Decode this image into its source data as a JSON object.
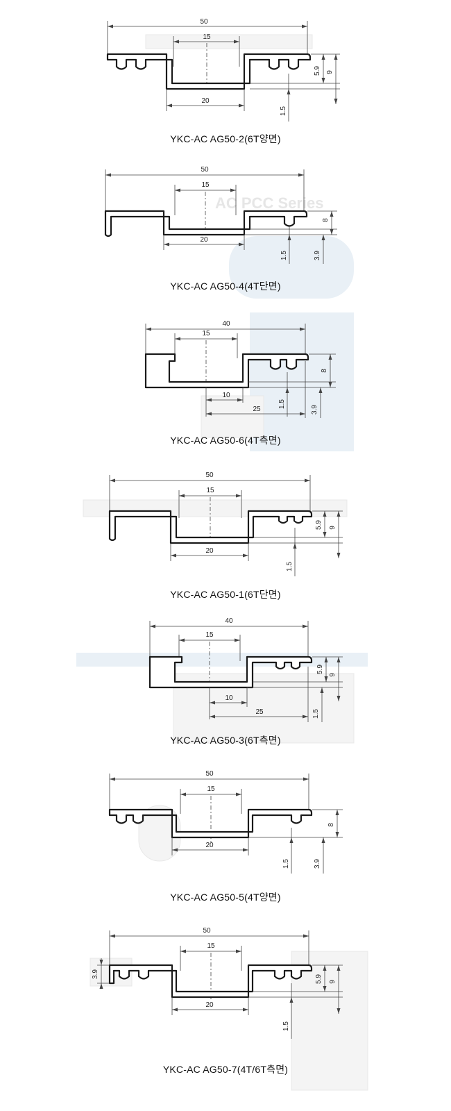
{
  "diagrams": [
    {
      "caption": "YKC-AC AG50-2(6T양면)",
      "dims": {
        "overall": "50",
        "top": "15",
        "bottom": "20",
        "h1": "5.9",
        "h2": "9",
        "base": "1.5"
      }
    },
    {
      "caption": "YKC-AC AG50-4(4T단면)",
      "dims": {
        "overall": "50",
        "top": "15",
        "bottom": "20",
        "h2": "8",
        "base": "1.5",
        "base2": "3.9"
      }
    },
    {
      "caption": "YKC-AC AG50-6(4T측면)",
      "dims": {
        "overall": "40",
        "top": "15",
        "bottom": "10",
        "bottom2": "25",
        "h2": "8",
        "base": "1.5",
        "base2": "3.9"
      }
    },
    {
      "caption": "YKC-AC AG50-1(6T단면)",
      "dims": {
        "overall": "50",
        "top": "15",
        "bottom": "20",
        "h1": "5.9",
        "h2": "9",
        "base": "1.5"
      }
    },
    {
      "caption": "YKC-AC AG50-3(6T측면)",
      "dims": {
        "overall": "40",
        "top": "15",
        "bottom": "10",
        "bottom2": "25",
        "h1": "5.9",
        "h2": "9",
        "base": "1.5"
      }
    },
    {
      "caption": "YKC-AC AG50-5(4T양면)",
      "dims": {
        "overall": "50",
        "top": "15",
        "bottom": "20",
        "h2": "8",
        "base": "1.5",
        "base2": "3.9"
      }
    },
    {
      "caption": "YKC-AC AG50-7(4T/6T측면)",
      "dims": {
        "overall": "50",
        "top": "15",
        "bottom": "20",
        "h1": "5.9",
        "h2": "9",
        "base": "1.5",
        "left": "3.9"
      }
    }
  ]
}
